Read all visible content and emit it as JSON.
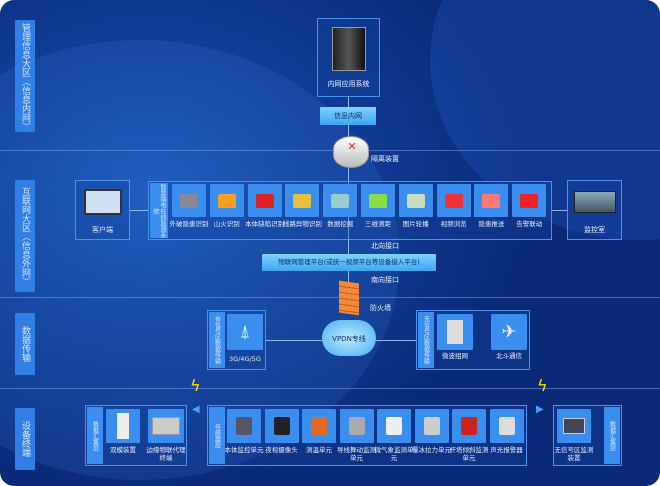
{
  "zones": [
    "管理信息大区（信息内网）",
    "互联网大区（信息外网）",
    "数据传输",
    "设备终端"
  ],
  "top": {
    "server": "内网应用系统",
    "intranet": "信息内网",
    "isolation": "隔离装置"
  },
  "internet": {
    "client": "客户端",
    "system_label": "智慧输电在线监测系统",
    "monitor_room": "监控室",
    "items": [
      "外破隐患识别",
      "山火识别",
      "本体缺陷识别",
      "线路异物识别",
      "数据挖掘",
      "三维测距",
      "图片轮播",
      "视频浏览",
      "隐患推送",
      "告警联动"
    ],
    "north": "北向接口",
    "platform": "物联网管理平台(或统一视频平台等设备接入平台)",
    "south": "南向接口",
    "firewall": "防火墙"
  },
  "transfer": {
    "signal_label": "有信号区数据传输",
    "cellular": "3G/4G/5G",
    "vpdn": "VPDN专线",
    "nosignal_label": "无信号区数据传输",
    "microwave": "微波组网",
    "beidou": "北斗通信"
  },
  "devices": {
    "left_label": "数据汇集层",
    "left_items": [
      "双模装置",
      "边缘物联代理终端"
    ],
    "sensor_label": "传感器层",
    "sensors": [
      "本体监控单元",
      "夜视摄像头",
      "测温单元",
      "导线舞动监测单元",
      "微气象监测单元",
      "覆冰拉力单元",
      "杆塔倾斜监测单元",
      "声光报警器"
    ],
    "right_item": "无信号区监测装置",
    "right_label": "数据汇集层"
  },
  "colors": {
    "accent": "#3a8ef0",
    "bg": "#0f3c94"
  }
}
